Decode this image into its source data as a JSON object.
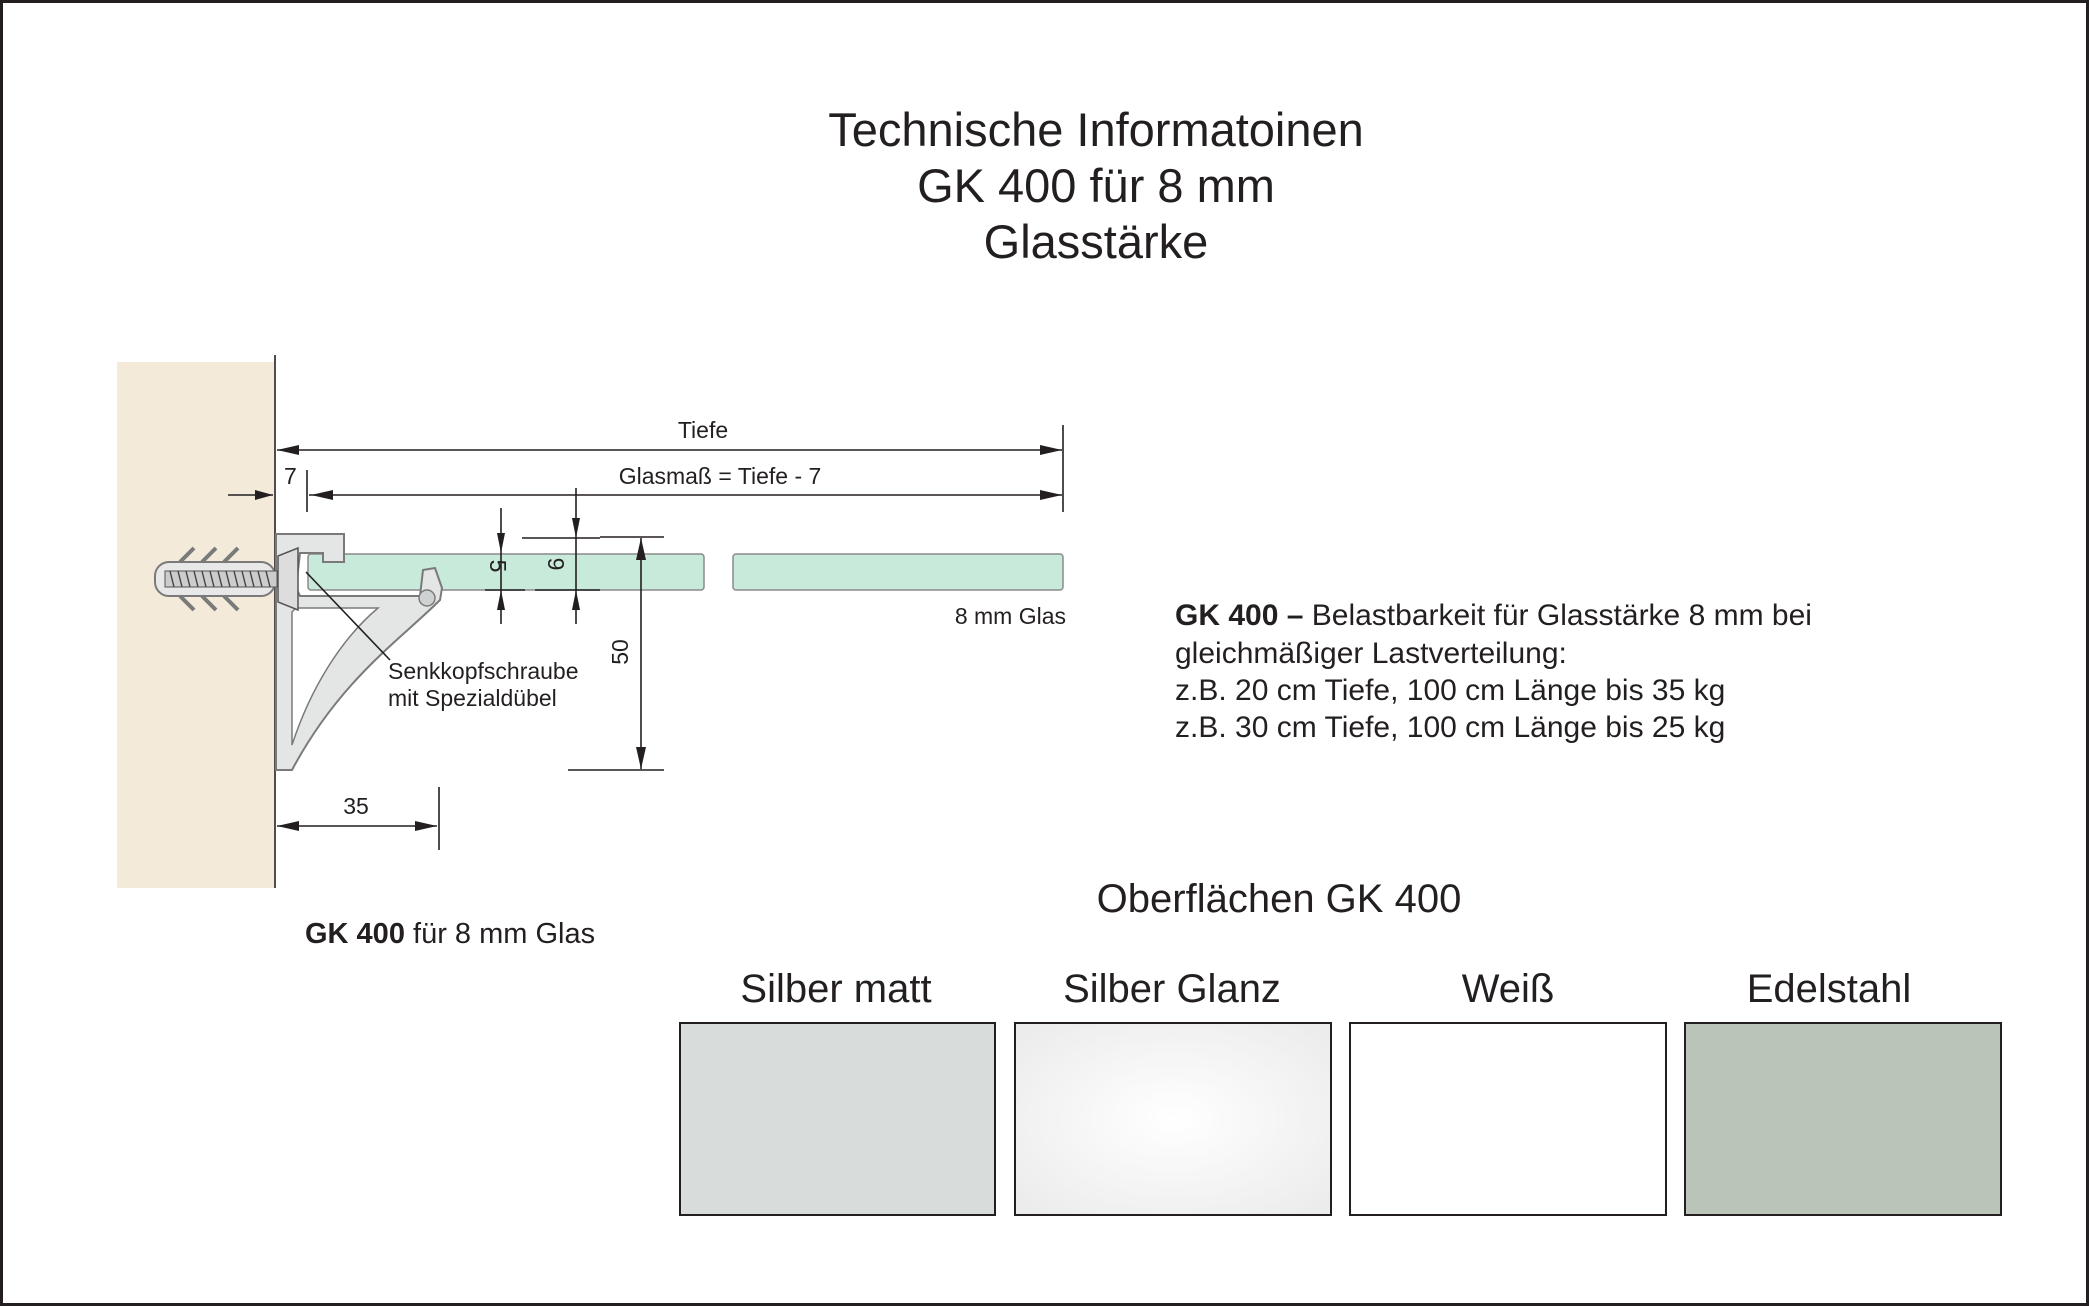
{
  "title": {
    "line1": "Technische Informatoinen",
    "line2": "GK 400 für 8 mm",
    "line3": "Glasstärke"
  },
  "drawing": {
    "tiefe": "Tiefe",
    "glasmass": "Glasmaß = Tiefe - 7",
    "dim_7": "7",
    "dim_5": "5",
    "dim_9": "9",
    "dim_50": "50",
    "dim_35": "35",
    "glass_label": "8 mm Glas",
    "screw_label_1": "Senkkopfschraube",
    "screw_label_2": "mit Spezialdübel",
    "caption_bold": "GK 400",
    "caption_rest": " für 8 mm Glas"
  },
  "load_info": {
    "bold": "GK 400 –",
    "line1_rest": " Belastbarkeit für Glasstärke 8 mm bei",
    "line2": "gleichmäßiger Lastverteilung:",
    "line3": "z.B. 20 cm Tiefe, 100 cm Länge bis 35 kg",
    "line4": "z.B. 30 cm Tiefe, 100 cm Länge bis 25 kg"
  },
  "surfaces": {
    "heading": "Oberflächen GK 400",
    "items": [
      {
        "label": "Silber matt",
        "color": "#d8dcda"
      },
      {
        "label": "Silber Glanz",
        "color": "#f7f7f7"
      },
      {
        "label": "Weiß",
        "color": "#ffffff"
      },
      {
        "label": "Edelstahl",
        "color": "#bac4b9"
      }
    ]
  },
  "colors": {
    "wall": "#f3ead9",
    "glass": "#c8eadb",
    "bracket": "#e4e6e6"
  }
}
